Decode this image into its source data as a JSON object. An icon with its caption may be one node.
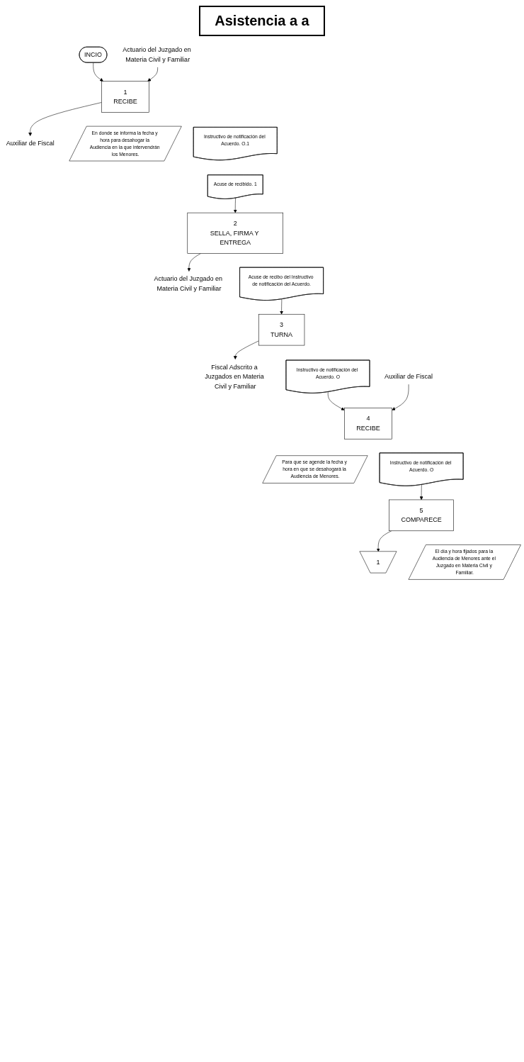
{
  "diagram": {
    "title": "Asistencia a a",
    "nodes": [
      {
        "text": [
          "INCIO"
        ]
      },
      {
        "text": [
          "Actuario del Juzgado en Materia Civil y Familiar"
        ]
      },
      {
        "text": [
          "1",
          "RECIBE"
        ]
      },
      {
        "text": [
          "Auxiliar de Fiscal"
        ]
      },
      {
        "text": [
          "En donde se informa la fecha y hora para desahogar la Audiencia en la que intervendrán los Menores."
        ]
      },
      {
        "text": [
          "Instructivo de notificación del Acuerdo. O.1"
        ]
      },
      {
        "text": [
          "Acuse de recibido. 1"
        ]
      },
      {
        "text": [
          "2",
          "SELLA, FIRMA Y ENTREGA"
        ]
      },
      {
        "text": [
          "Actuario del Juzgado en Materia Civil y Familiar"
        ]
      },
      {
        "text": [
          "Acuse de recibo del Instructivo de notificación del Acuerdo."
        ]
      },
      {
        "text": [
          "3",
          "TURNA"
        ]
      },
      {
        "text": [
          "Fiscal Adscrito a Juzgados en Materia Civil y Familiar"
        ]
      },
      {
        "text": [
          "Instructivo de notificación del Acuerdo. O"
        ]
      },
      {
        "text": [
          "Auxiliar de Fiscal"
        ]
      },
      {
        "text": [
          "4",
          "RECIBE"
        ]
      },
      {
        "text": [
          "Para que se agende la fecha y hora en que se desahogará la Audiencia de Menores."
        ]
      },
      {
        "text": [
          "Instructivo de notificación del Acuerdo. O"
        ]
      },
      {
        "text": [
          "5",
          "COMPARECE"
        ]
      },
      {
        "text": [
          "El día y hora fijados para la Audiencia de Menores ante el Juzgado en Materia Civil y Familiar."
        ]
      },
      {
        "text": [
          "1"
        ]
      }
    ],
    "edges": [
      {
        "from": 0,
        "to": 2,
        "arrow": "to"
      },
      {
        "from": 1,
        "to": 2,
        "arrow": "to"
      },
      {
        "from": 2,
        "to": 3,
        "arrow": "to"
      },
      {
        "from": 6,
        "to": 7,
        "arrow": "to"
      },
      {
        "from": 7,
        "to": 8,
        "arrow": "to"
      },
      {
        "from": 9,
        "to": 10,
        "arrow": "to"
      },
      {
        "from": 10,
        "to": 11,
        "arrow": "to"
      },
      {
        "from": 12,
        "to": 14,
        "arrow": "to"
      },
      {
        "from": 13,
        "to": 14,
        "arrow": "to"
      },
      {
        "from": 16,
        "to": 17,
        "arrow": "to"
      },
      {
        "from": 17,
        "to": 19,
        "arrow": "to"
      }
    ]
  }
}
